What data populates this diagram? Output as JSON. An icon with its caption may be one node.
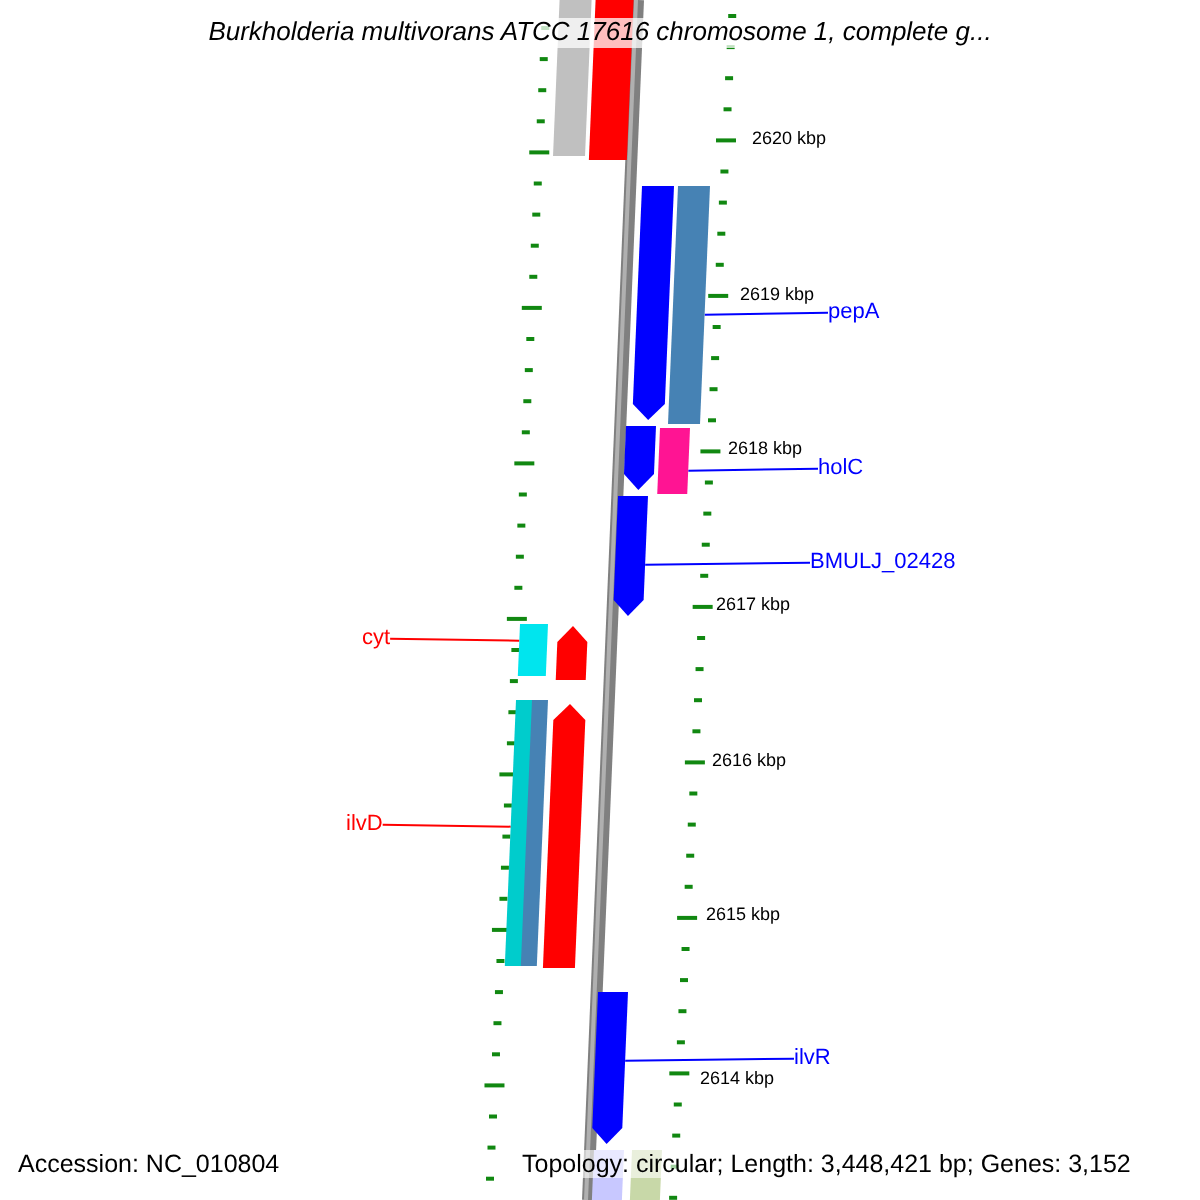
{
  "diagram": {
    "title": "Burkholderia multivorans ATCC 17616 chromosome 1, complete g...",
    "nodes": [
      {
        "text": [
          "pepA"
        ]
      },
      {
        "text": [],
        "shape": "bar"
      },
      {
        "text": [
          "holC"
        ]
      },
      {
        "text": [],
        "shape": "bar"
      },
      {
        "text": [
          "BMULJ_02428"
        ]
      },
      {
        "text": [],
        "shape": "bar"
      },
      {
        "text": [
          "cyt"
        ]
      },
      {
        "text": [],
        "shape": "bar"
      },
      {
        "text": [
          "ilvD"
        ]
      },
      {
        "text": [],
        "shape": "bar"
      },
      {
        "text": [
          "ilvR"
        ]
      },
      {
        "text": [],
        "shape": "bar"
      },
      {
        "text": [],
        "shape": "bar"
      },
      {
        "text": [],
        "shape": "bar"
      },
      {
        "text": [],
        "shape": "bar"
      },
      {
        "text": [],
        "shape": "bar"
      },
      {
        "text": [],
        "shape": "bar"
      },
      {
        "text": [],
        "shape": "bar"
      },
      {
        "text": [],
        "shape": "bar"
      },
      {
        "text": [],
        "shape": "bar"
      },
      {
        "text": [],
        "shape": "bar"
      }
    ],
    "edges": [
      {
        "from": 0,
        "to": 1,
        "arrow": "none"
      },
      {
        "from": 2,
        "to": 3,
        "arrow": "none"
      },
      {
        "from": 4,
        "to": 5,
        "arrow": "none"
      },
      {
        "from": 6,
        "to": 7,
        "arrow": "none",
        "color": "#ff0000"
      },
      {
        "from": 8,
        "to": 9,
        "arrow": "none",
        "color": "#ff0000"
      },
      {
        "from": 10,
        "to": 11,
        "arrow": "none"
      }
    ],
    "labels": [
      "2620 kbp",
      "2619 kbp",
      "2618 kbp",
      "2617 kbp",
      "2616 kbp",
      "2615 kbp",
      "2614 kbp",
      "Accession: NC_010804",
      "Topology: circular; Length: 3,448,421 bp; Genes: 3,152"
    ]
  }
}
